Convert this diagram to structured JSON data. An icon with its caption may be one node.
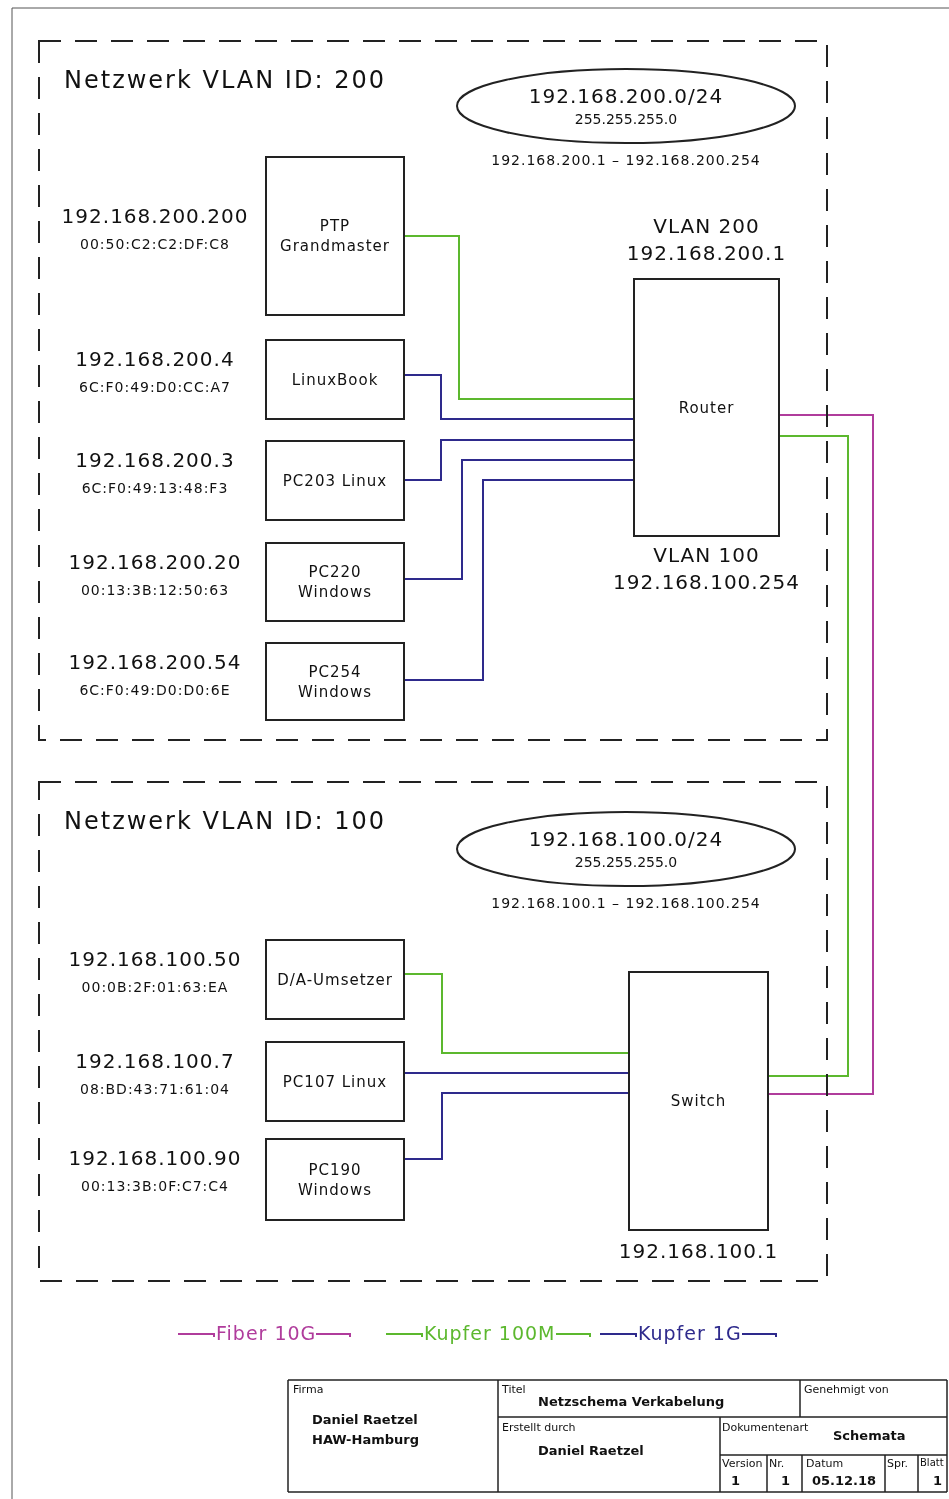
{
  "diagram": {
    "nodes": [
      {
        "text": [
          "Netzwerk VLAN ID: 200"
        ]
      },
      {
        "text": [
          "192.168.200.0/24",
          "255.255.255.0"
        ],
        "in": 0,
        "beside": [
          "192.168.200.1 – 192.168.200.254"
        ]
      },
      {
        "text": [
          "PTP Grandmaster"
        ],
        "in": 0,
        "beside": [
          "192.168.200.200",
          "00:50:C2:C2:DF:C8"
        ]
      },
      {
        "text": [
          "LinuxBook"
        ],
        "in": 0,
        "beside": [
          "192.168.200.4",
          "6C:F0:49:D0:CC:A7"
        ]
      },
      {
        "text": [
          "PC203 Linux"
        ],
        "in": 0,
        "beside": [
          "192.168.200.3",
          "6C:F0:49:13:48:F3"
        ]
      },
      {
        "text": [
          "PC220 Windows"
        ],
        "in": 0,
        "beside": [
          "192.168.200.20",
          "00:13:3B:12:50:63"
        ]
      },
      {
        "text": [
          "PC254 Windows"
        ],
        "in": 0,
        "beside": [
          "192.168.200.54",
          "6C:F0:49:D0:D0:6E"
        ]
      },
      {
        "text": [
          "Router"
        ],
        "in": 0,
        "beside": [
          "VLAN 200",
          "192.168.200.1",
          "VLAN 100",
          "192.168.100.254"
        ]
      },
      {
        "text": [
          "Netzwerk VLAN ID: 100"
        ]
      },
      {
        "text": [
          "192.168.100.0/24",
          "255.255.255.0"
        ],
        "in": 8,
        "beside": [
          "192.168.100.1 – 192.168.100.254"
        ]
      },
      {
        "text": [
          "D/A-Umsetzer"
        ],
        "in": 8,
        "beside": [
          "192.168.100.50",
          "00:0B:2F:01:63:EA"
        ]
      },
      {
        "text": [
          "PC107 Linux"
        ],
        "in": 8,
        "beside": [
          "192.168.100.7",
          "08:BD:43:71:61:04"
        ]
      },
      {
        "text": [
          "PC190 Windows"
        ],
        "in": 8,
        "beside": [
          "192.168.100.90",
          "00:13:3B:0F:C7:C4"
        ]
      },
      {
        "text": [
          "Switch"
        ],
        "in": 8,
        "beside": [
          "192.168.100.1"
        ]
      }
    ],
    "edges": [
      {
        "from": 2,
        "to": 7,
        "arrow": "none",
        "color": "#5cb82e"
      },
      {
        "from": 3,
        "to": 7,
        "arrow": "none"
      },
      {
        "from": 4,
        "to": 7,
        "arrow": "none"
      },
      {
        "from": 5,
        "to": 7,
        "arrow": "none"
      },
      {
        "from": 6,
        "to": 7,
        "arrow": "none"
      },
      {
        "from": 7,
        "to": 13,
        "arrow": "none",
        "color": "#b03c9c"
      },
      {
        "from": 7,
        "to": 13,
        "arrow": "none",
        "color": "#5cb82e"
      },
      {
        "from": 10,
        "to": 13,
        "arrow": "none",
        "color": "#5cb82e"
      },
      {
        "from": 11,
        "to": 13,
        "arrow": "none"
      },
      {
        "from": 12,
        "to": 13,
        "arrow": "none"
      }
    ],
    "labels": [
      "Firma",
      "Daniel Raetzel HAW-Hamburg",
      "Titel",
      "Netzschema Verkabelung",
      "Genehmigt von",
      "Erstellt durch",
      "Daniel Raetzel",
      "Dokumentenart",
      "Schemata",
      "Version",
      "1",
      "Nr.",
      "1",
      "Datum",
      "05.12.18",
      "Spr.",
      "Blatt",
      "1"
    ],
    "legend": [
      {
        "text": "Fiber 10G",
        "color": "#b03c9c"
      },
      {
        "text": "Kupfer 100M",
        "color": "#5cb82e"
      },
      {
        "text": "Kupfer 1G",
        "color": "#2e2a8c"
      }
    ]
  }
}
